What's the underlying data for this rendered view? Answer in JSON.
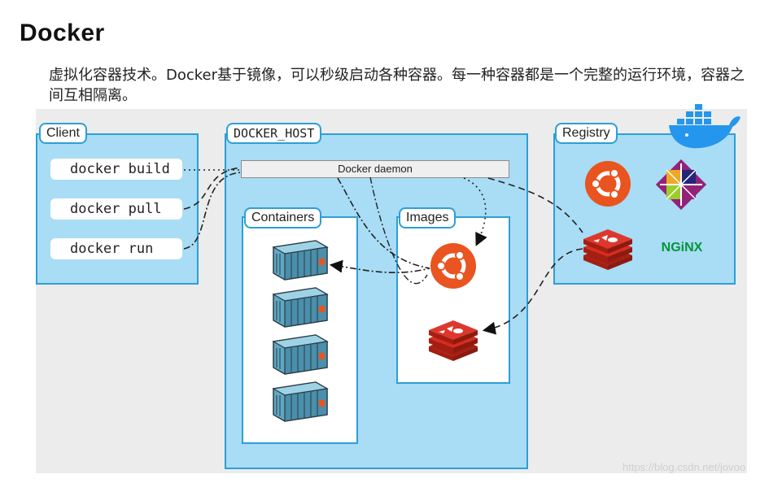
{
  "title": "Docker",
  "description": "虚拟化容器技术。Docker基于镜像，可以秒级启动各种容器。每一种容器都是一个完整的运行环境，容器之间互相隔离。",
  "client": {
    "label": "Client",
    "commands": [
      "docker build",
      "docker pull",
      "docker run"
    ]
  },
  "host": {
    "label": "DOCKER_HOST",
    "daemon": "Docker daemon",
    "containers_label": "Containers",
    "images_label": "Images"
  },
  "registry": {
    "label": "Registry",
    "nginx_logo_text": "NGiNX"
  },
  "watermark": "https://blog.csdn.net/jovoo",
  "colors": {
    "panel_fill": "#a9dcf5",
    "panel_border": "#2d9fd6",
    "ubuntu_orange": "#e95420",
    "redis_red": "#d82c20",
    "nginx_green": "#009639",
    "docker_blue": "#2496ed"
  }
}
